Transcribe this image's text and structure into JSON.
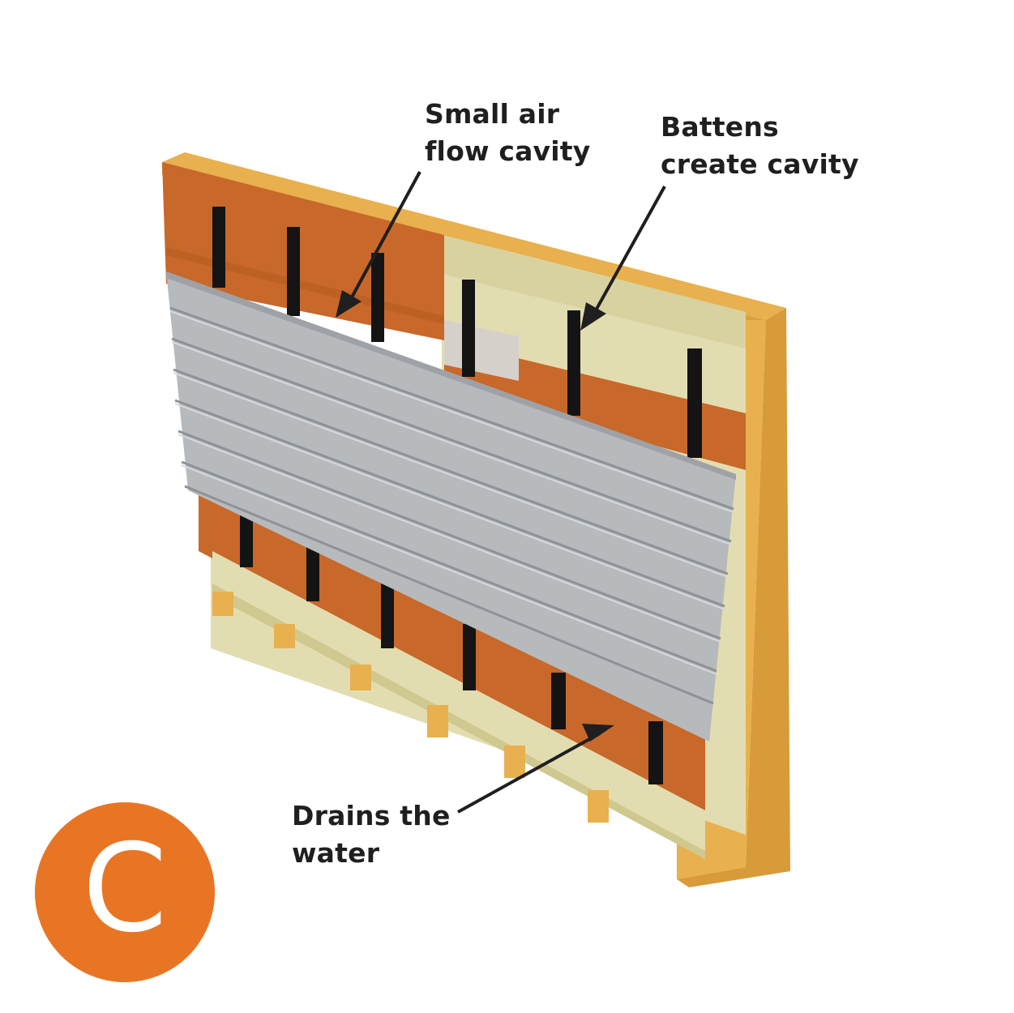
{
  "annotations": {
    "small_air_cavity": [
      "Small air",
      "flow cavity"
    ],
    "battens": [
      "Battens",
      "create cavity"
    ],
    "drains": [
      "Drains the",
      "water"
    ]
  },
  "badge": {
    "letter": "C",
    "color": "#e87524"
  },
  "colors": {
    "timber": "#e8b04e",
    "timber_shade": "#c9912f",
    "membrane": "#c8682a",
    "sheathing": "#e2ddb0",
    "siding": "#b6babd",
    "batten": "#141414",
    "arrow": "#1f1f1f"
  },
  "icons": [
    "wall-assembly-illustration",
    "arrow-icon"
  ]
}
